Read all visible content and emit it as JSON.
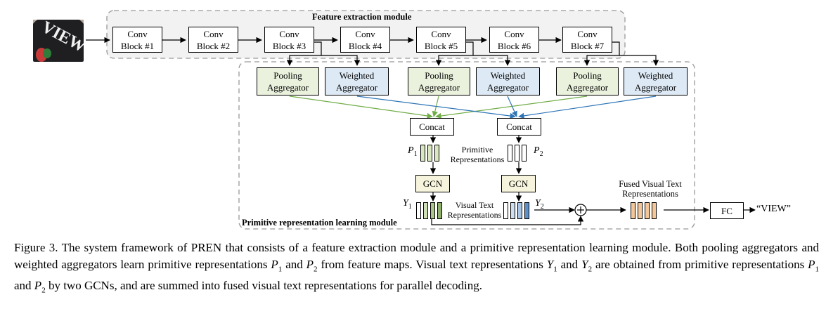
{
  "modules": {
    "feature_extraction": "Feature extraction module",
    "primitive_learning": "Primitive representation learning module"
  },
  "conv_blocks": [
    "Conv\nBlock #1",
    "Conv\nBlock #2",
    "Conv\nBlock #3",
    "Conv\nBlock #4",
    "Conv\nBlock #5",
    "Conv\nBlock #6",
    "Conv\nBlock #7"
  ],
  "aggregators": [
    "Pooling\nAggregator",
    "Weighted\nAggregator",
    "Pooling\nAggregator",
    "Weighted\nAggregator",
    "Pooling\nAggregator",
    "Weighted\nAggregator"
  ],
  "concat_labels": [
    "Concat",
    "Concat"
  ],
  "gcn_labels": [
    "GCN",
    "GCN"
  ],
  "fc_label": "FC",
  "output_text": "“VIEW”",
  "input_image_text": "VIEW",
  "primitive_representations_label": "Primitive\nRepresentations",
  "visual_text_representations_label": "Visual Text\nRepresentations",
  "fused_label": "Fused Visual Text\nRepresentations",
  "symbols": {
    "p1": "P",
    "p2": "P",
    "y1": "Y",
    "y2": "Y",
    "sub1": "1",
    "sub2": "2"
  },
  "colors": {
    "pool_arrow": "#70ad47",
    "weighted_arrow": "#2e75b6",
    "pool_fill": "#eaf2dd",
    "weighted_fill": "#dde9f5",
    "gcn_fill": "#f6f4dc",
    "p_vector": "#d9e8c0",
    "y1_vector": "#8fb06b",
    "y2_vector": "#5b8fc7",
    "fused_vector": "#f4c79a"
  },
  "caption": {
    "s1": "Figure 3. The system framework of PREN that consists of a feature extraction module and a primitive representation learning module. Both pooling aggregators and weighted aggregators learn primitive representations ",
    "s2": " and ",
    "s3": " from feature maps. Visual text representations ",
    "s4": " and ",
    "s5": " are obtained from primitive representations ",
    "s6": " and ",
    "s7": " by two GCNs, and are summed into fused visual text representations for parallel decoding.",
    "P": "P",
    "Y": "Y",
    "one": "1",
    "two": "2"
  }
}
